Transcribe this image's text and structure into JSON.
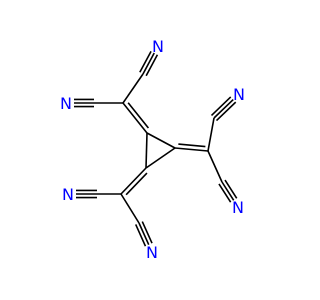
{
  "molecule": {
    "atom_symbol": "N",
    "colors": {
      "bond": "#000000",
      "nitrogen": "#0000ff",
      "background": "#ffffff"
    },
    "atom_count": {
      "carbon": 12,
      "nitrogen": 6
    },
    "nitrile_group_count": 6,
    "ring_size": 3
  }
}
